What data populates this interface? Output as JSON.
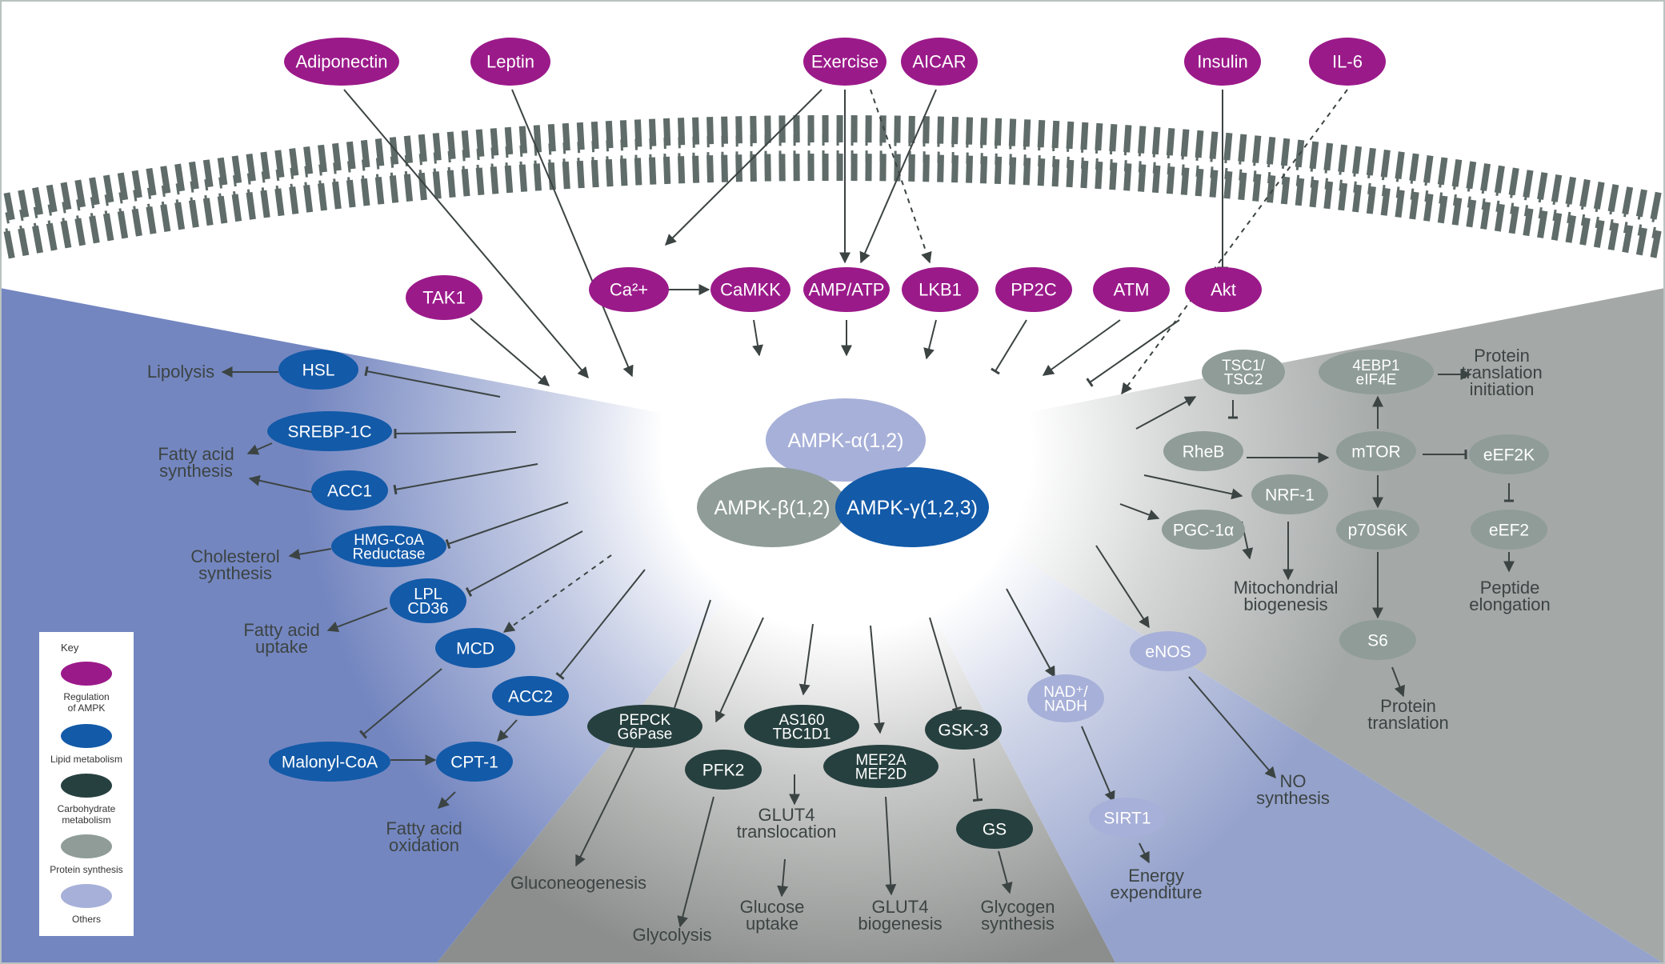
{
  "colors": {
    "regulation": "#9b1a8a",
    "lipid": "#135aa8",
    "carbohydrate": "#26403f",
    "protein": "#8f9c98",
    "others": "#a7b0d8",
    "membrane": "#5f6c69",
    "text_dark": "#3c4443",
    "text_light": "#ffffff"
  },
  "regulators_external": {
    "adiponectin": "Adiponectin",
    "leptin": "Leptin",
    "exercise": "Exercise",
    "aicar": "AICAR",
    "insulin": "Insulin",
    "il6": "IL-6"
  },
  "regulators_internal": {
    "tak1": "TAK1",
    "ca": "Ca²+",
    "camkk": "CaMKK",
    "ampatp": "AMP/ATP",
    "lkb1": "LKB1",
    "pp2c": "PP2C",
    "atm": "ATM",
    "akt": "Akt"
  },
  "ampk": {
    "alpha": "AMPK-α(1,2)",
    "beta": "AMPK-β(1,2)",
    "gamma": "AMPK-γ(1,2,3)"
  },
  "lipid_nodes": {
    "hsl": "HSL",
    "srebp": "SREBP-1C",
    "acc1": "ACC1",
    "hmgcoa": [
      "HMG-CoA",
      "Reductase"
    ],
    "lpl": [
      "LPL",
      "CD36"
    ],
    "mcd": "MCD",
    "acc2": "ACC2",
    "malonyl": "Malonyl-CoA",
    "cpt1": "CPT-1"
  },
  "lipid_outcomes": {
    "lipolysis": "Lipolysis",
    "fa_synth": [
      "Fatty acid",
      "synthesis"
    ],
    "chol": [
      "Cholesterol",
      "synthesis"
    ],
    "fa_uptake": [
      "Fatty acid",
      "uptake"
    ],
    "fa_ox": [
      "Fatty acid",
      "oxidation"
    ]
  },
  "carb_nodes": {
    "pepck": [
      "PEPCK",
      "G6Pase"
    ],
    "pfk2": "PFK2",
    "as160": [
      "AS160",
      "TBC1D1"
    ],
    "mef2": [
      "MEF2A",
      "MEF2D"
    ],
    "gsk3": "GSK-3",
    "gs": "GS"
  },
  "carb_outcomes": {
    "gluconeo": "Gluconeogenesis",
    "glycolysis": "Glycolysis",
    "glut4_trans": [
      "GLUT4",
      "translocation"
    ],
    "glucose_uptake": [
      "Glucose",
      "uptake"
    ],
    "glut4_bio": [
      "GLUT4",
      "biogenesis"
    ],
    "glycogen": [
      "Glycogen",
      "synthesis"
    ]
  },
  "other_nodes": {
    "nad": [
      "NAD⁺/",
      "NADH"
    ],
    "sirt1": "SIRT1",
    "enos": "eNOS"
  },
  "other_outcomes": {
    "energy": [
      "Energy",
      "expenditure"
    ],
    "no_synth": [
      "NO",
      "synthesis"
    ]
  },
  "protein_nodes": {
    "tsc": [
      "TSC1/",
      "TSC2"
    ],
    "rheb": "RheB",
    "eif": [
      "4EBP1",
      "eIF4E"
    ],
    "mtor": "mTOR",
    "eef2k": "eEF2K",
    "nrf1": "NRF-1",
    "pgc": "PGC-1α",
    "p70": "p70S6K",
    "eef2": "eEF2",
    "s6": "S6"
  },
  "protein_outcomes": {
    "translation_init": [
      "Protein",
      "translation",
      "initiation"
    ],
    "mito": [
      "Mitochondrial",
      "biogenesis"
    ],
    "peptide": [
      "Peptide",
      "elongation"
    ],
    "protein_translation": [
      "Protein",
      "translation"
    ]
  },
  "key": {
    "title": "Key",
    "items": [
      {
        "label": [
          "Regulation",
          "of AMPK"
        ],
        "color": "#9b1a8a"
      },
      {
        "label": [
          "Lipid metabolism"
        ],
        "color": "#135aa8"
      },
      {
        "label": [
          "Carbohydrate",
          "metabolism"
        ],
        "color": "#26403f"
      },
      {
        "label": [
          "Protein synthesis"
        ],
        "color": "#8f9c98"
      },
      {
        "label": [
          "Others"
        ],
        "color": "#a7b0d8"
      }
    ]
  }
}
